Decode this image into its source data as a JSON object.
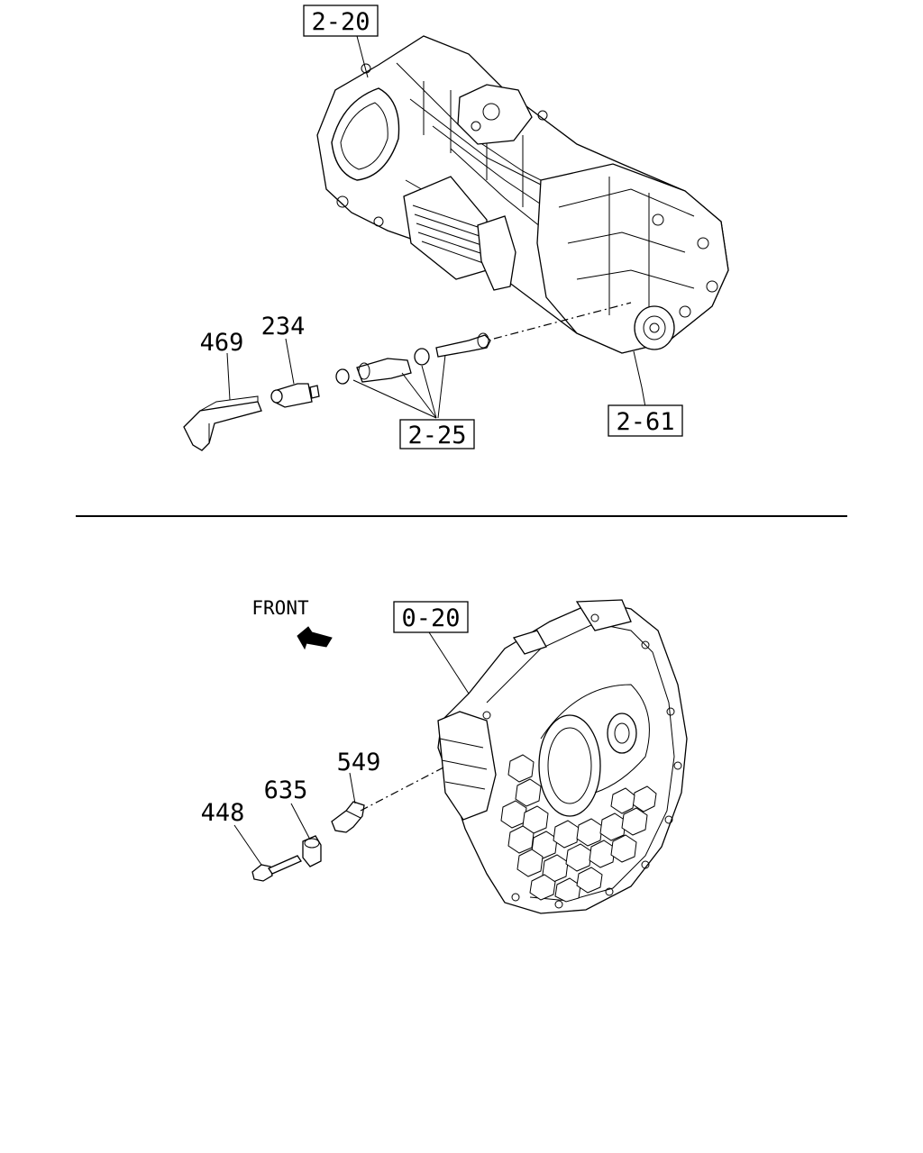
{
  "ref_boxes": {
    "top_left": "2-20",
    "top_right": "2-61",
    "middle": "2-25",
    "bell_housing": "0-20"
  },
  "part_numbers": {
    "clip": "469",
    "sensor": "234",
    "bracket": "549",
    "speed_sensor": "635",
    "bolt": "448"
  },
  "direction_label": "FRONT"
}
